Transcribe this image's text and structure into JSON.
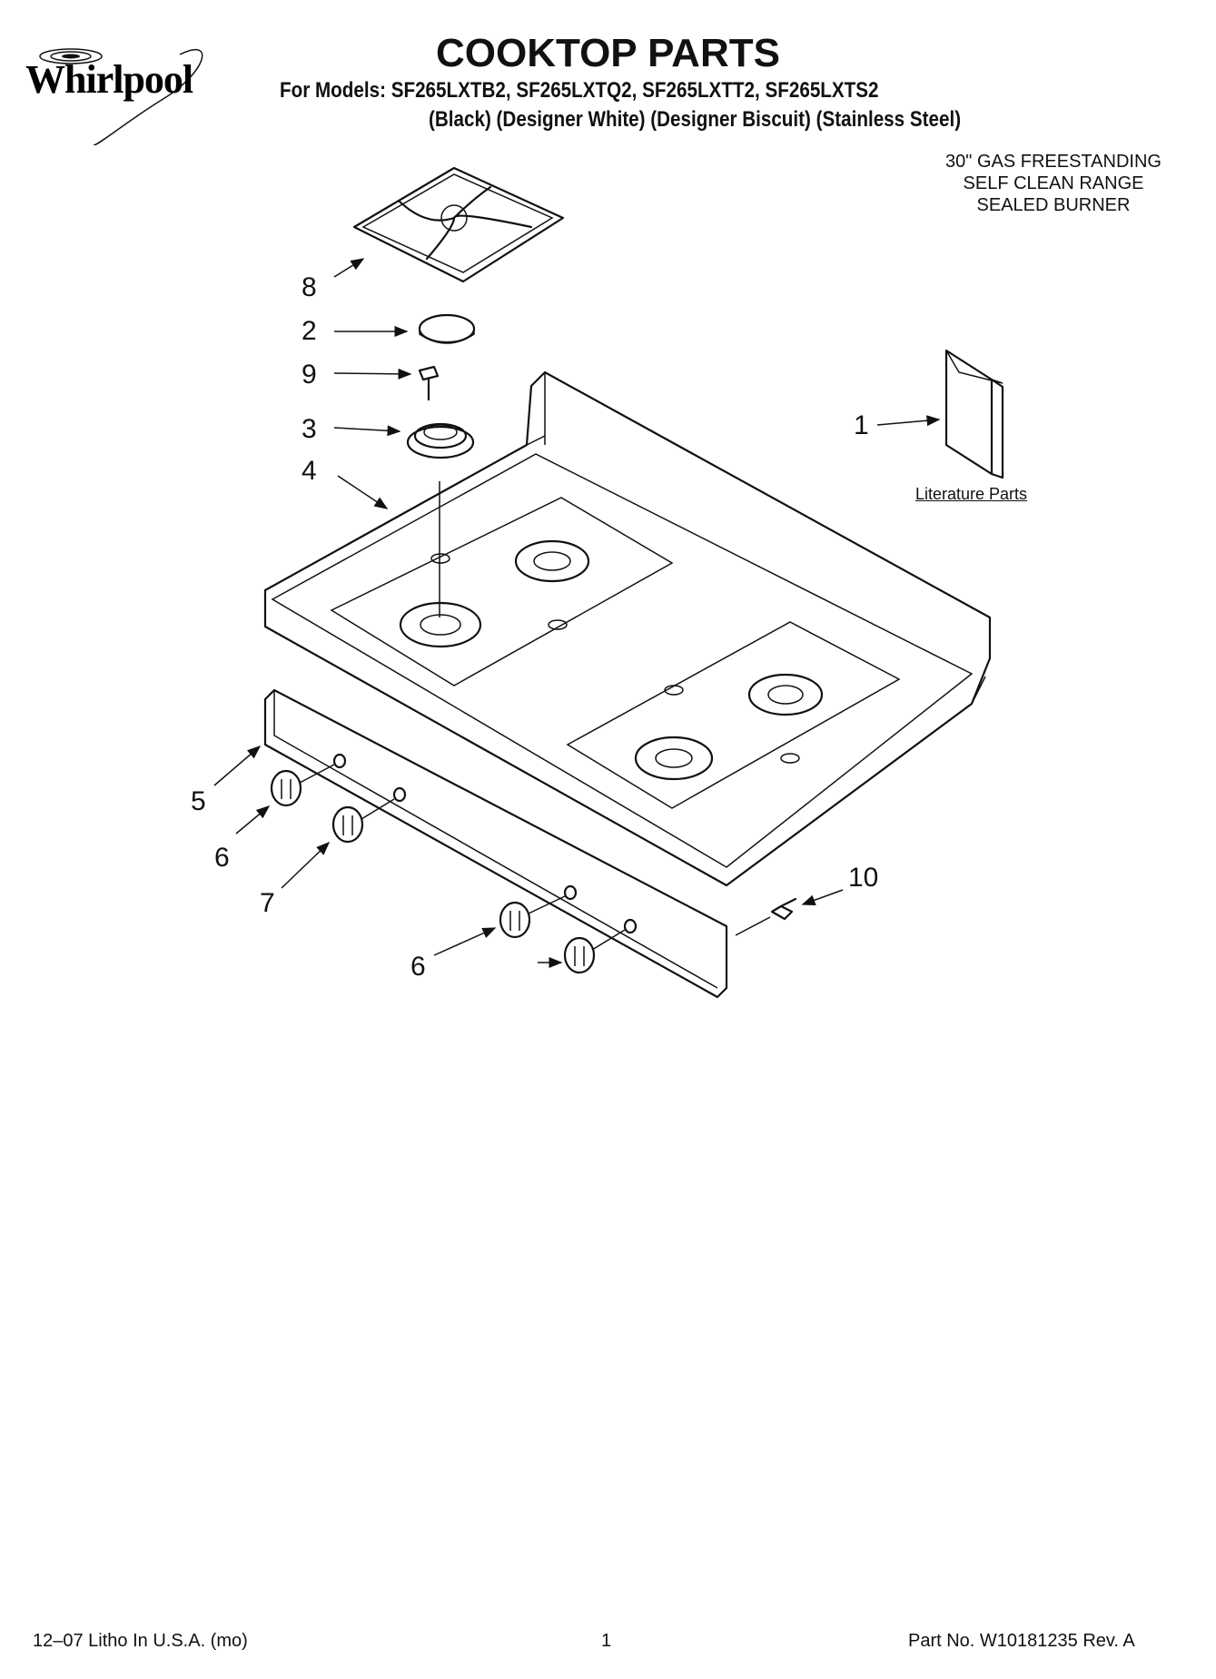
{
  "header": {
    "brand": "Whirlpool",
    "title": "COOKTOP PARTS",
    "models_line": "For Models: SF265LXTB2, SF265LXTQ2, SF265LXTT2, SF265LXTS2",
    "colors_line": "(Black) (Designer White) (Designer Biscuit) (Stainless Steel)"
  },
  "description": {
    "line1": "30\" GAS FREESTANDING",
    "line2": "SELF CLEAN RANGE",
    "line3": "SEALED BURNER"
  },
  "literature_label": "Literature Parts",
  "callouts": {
    "c8": "8",
    "c2": "2",
    "c9": "9",
    "c3": "3",
    "c4": "4",
    "c1": "1",
    "c5": "5",
    "c6a": "6",
    "c7": "7",
    "c6b": "6",
    "c10": "10"
  },
  "footer": {
    "left": "12–07 Litho In U.S.A. (mo)",
    "page": "1",
    "right": "Part No. W10181235 Rev. A"
  }
}
